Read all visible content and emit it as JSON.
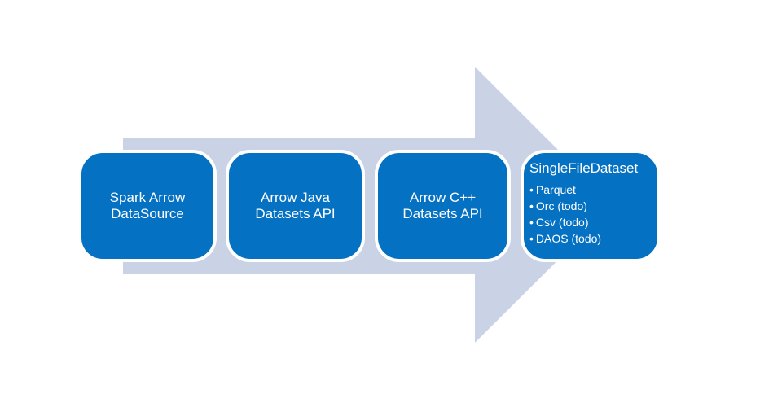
{
  "theme": {
    "background_color": "#ffffff",
    "arrow_color": "#cad3e6",
    "node_fill_color": "#0471c2",
    "node_border_color": "#ffffff",
    "node_text_color": "#ffffff"
  },
  "diagram": {
    "type": "process-arrow",
    "direction": "left-to-right",
    "nodes": [
      {
        "label": "Spark Arrow\nDataSource"
      },
      {
        "label": "Arrow Java\nDatasets API"
      },
      {
        "label": "Arrow C++\nDatasets API"
      },
      {
        "title": "SingleFileDataset",
        "bullet": "•",
        "items": [
          "Parquet",
          "Orc (todo)",
          "Csv (todo)",
          "DAOS (todo)"
        ]
      }
    ]
  }
}
